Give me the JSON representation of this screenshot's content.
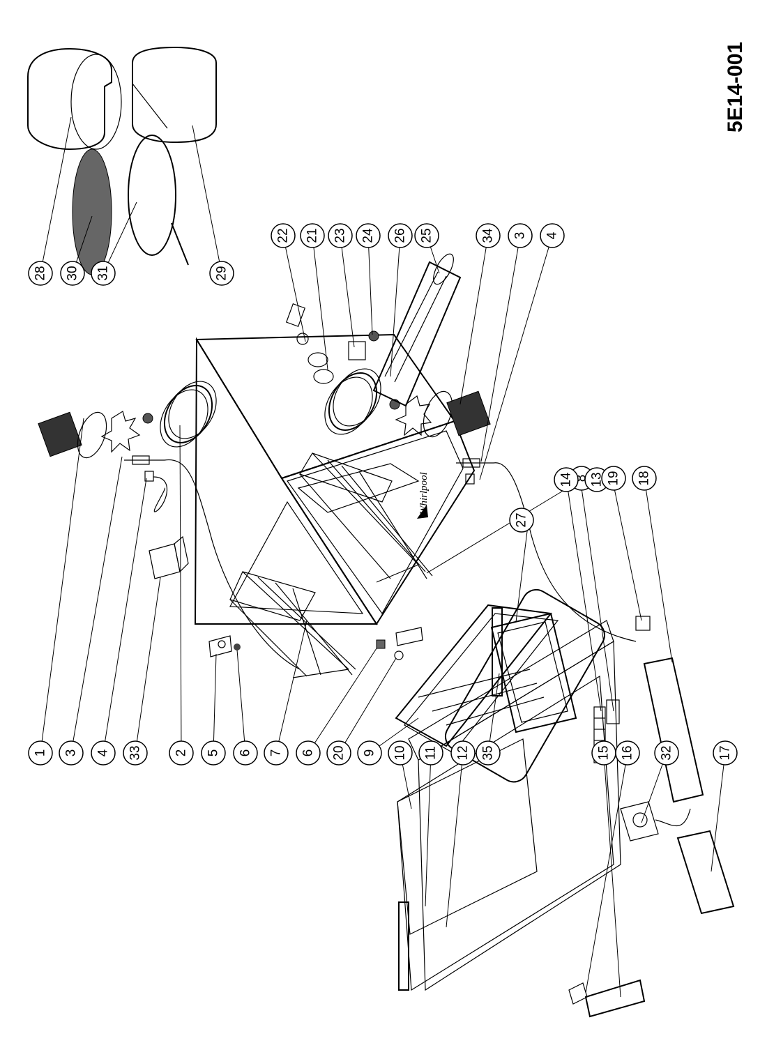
{
  "diagram": {
    "code": "5E14-001",
    "brand": "Whirlpool",
    "callouts": [
      "1",
      "3",
      "4",
      "33",
      "2",
      "5",
      "6",
      "7",
      "6",
      "20",
      "9",
      "10",
      "11",
      "12",
      "35",
      "15",
      "16",
      "32",
      "17",
      "22",
      "21",
      "23",
      "24",
      "26",
      "25",
      "34",
      "3",
      "4",
      "8",
      "27",
      "14",
      "13",
      "19",
      "18",
      "28",
      "30",
      "31",
      "29"
    ]
  }
}
